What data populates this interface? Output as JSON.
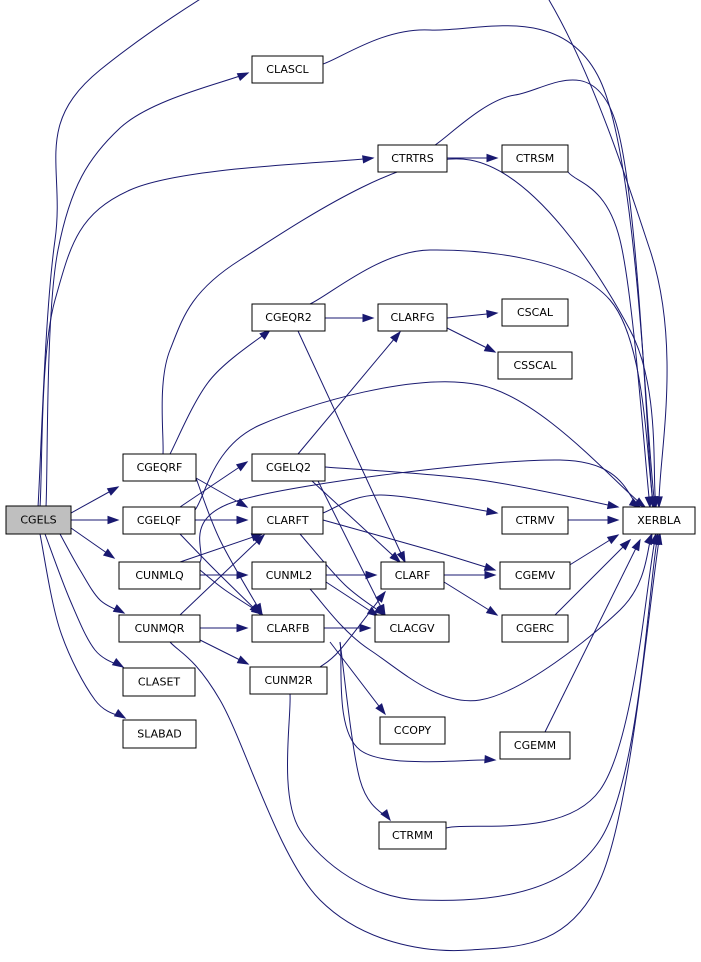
{
  "nodes": {
    "cgels": "CGELS",
    "claset": "CLASET",
    "slabad": "SLABAD",
    "clascl": "CLASCL",
    "ctrtrs": "CTRTRS",
    "ctrsm": "CTRSM",
    "cgeqrf": "CGEQRF",
    "cgelqf": "CGELQF",
    "cunmlq": "CUNMLQ",
    "cunmqr": "CUNMQR",
    "cgeqr2": "CGEQR2",
    "cgelq2": "CGELQ2",
    "clarft": "CLARFT",
    "cunml2": "CUNML2",
    "clarfb": "CLARFB",
    "cunm2r": "CUNM2R",
    "clarfg": "CLARFG",
    "clarf": "CLARF",
    "clacgv": "CLACGV",
    "ccopy": "CCOPY",
    "ctrmm": "CTRMM",
    "cscal": "CSCAL",
    "csscal": "CSSCAL",
    "ctrmv": "CTRMV",
    "cgemv": "CGEMV",
    "cgerc": "CGERC",
    "cgemm": "CGEMM",
    "xerbla": "XERBLA"
  },
  "edges": [
    [
      "cgels",
      "clascl"
    ],
    [
      "cgels",
      "ctrtrs"
    ],
    [
      "cgels",
      "xerbla"
    ],
    [
      "cgels",
      "cgeqrf"
    ],
    [
      "cgels",
      "cgelqf"
    ],
    [
      "cgels",
      "cunmlq"
    ],
    [
      "cgels",
      "cunmqr"
    ],
    [
      "cgels",
      "claset"
    ],
    [
      "cgels",
      "slabad"
    ],
    [
      "clascl",
      "xerbla"
    ],
    [
      "ctrtrs",
      "ctrsm"
    ],
    [
      "ctrtrs",
      "xerbla"
    ],
    [
      "ctrsm",
      "xerbla"
    ],
    [
      "cgeqrf",
      "cgeqr2"
    ],
    [
      "cgeqrf",
      "clarft"
    ],
    [
      "cgeqrf",
      "clarfb"
    ],
    [
      "cgeqrf",
      "xerbla"
    ],
    [
      "cgelqf",
      "cgelq2"
    ],
    [
      "cgelqf",
      "clarft"
    ],
    [
      "cgelqf",
      "clarfb"
    ],
    [
      "cgelqf",
      "xerbla"
    ],
    [
      "cunmlq",
      "clarft"
    ],
    [
      "cunmlq",
      "cunml2"
    ],
    [
      "cunmlq",
      "clarfb"
    ],
    [
      "cunmlq",
      "xerbla"
    ],
    [
      "cunmqr",
      "clarft"
    ],
    [
      "cunmqr",
      "clarfb"
    ],
    [
      "cunmqr",
      "cunm2r"
    ],
    [
      "cunmqr",
      "xerbla"
    ],
    [
      "cgeqr2",
      "clarfg"
    ],
    [
      "cgeqr2",
      "clarf"
    ],
    [
      "cgeqr2",
      "xerbla"
    ],
    [
      "cgelq2",
      "clarfg"
    ],
    [
      "cgelq2",
      "clarf"
    ],
    [
      "cgelq2",
      "clacgv"
    ],
    [
      "cgelq2",
      "xerbla"
    ],
    [
      "clarft",
      "ctrmv"
    ],
    [
      "clarft",
      "cgemv"
    ],
    [
      "clarft",
      "clacgv"
    ],
    [
      "cunml2",
      "clarf"
    ],
    [
      "cunml2",
      "clacgv"
    ],
    [
      "cunml2",
      "xerbla"
    ],
    [
      "clarfb",
      "clacgv"
    ],
    [
      "clarfb",
      "ccopy"
    ],
    [
      "clarfb",
      "ctrmm"
    ],
    [
      "clarfb",
      "cgemm"
    ],
    [
      "cunm2r",
      "clarf"
    ],
    [
      "cunm2r",
      "xerbla"
    ],
    [
      "clarfg",
      "cscal"
    ],
    [
      "clarfg",
      "csscal"
    ],
    [
      "clarf",
      "cgemv"
    ],
    [
      "clarf",
      "cgerc"
    ],
    [
      "ctrmv",
      "xerbla"
    ],
    [
      "cgemv",
      "xerbla"
    ],
    [
      "cgerc",
      "xerbla"
    ],
    [
      "cgemm",
      "xerbla"
    ],
    [
      "ctrmm",
      "xerbla"
    ]
  ],
  "colors": {
    "edge": "#191970",
    "root_fill": "#bfbfbf",
    "node_fill": "#ffffff"
  }
}
